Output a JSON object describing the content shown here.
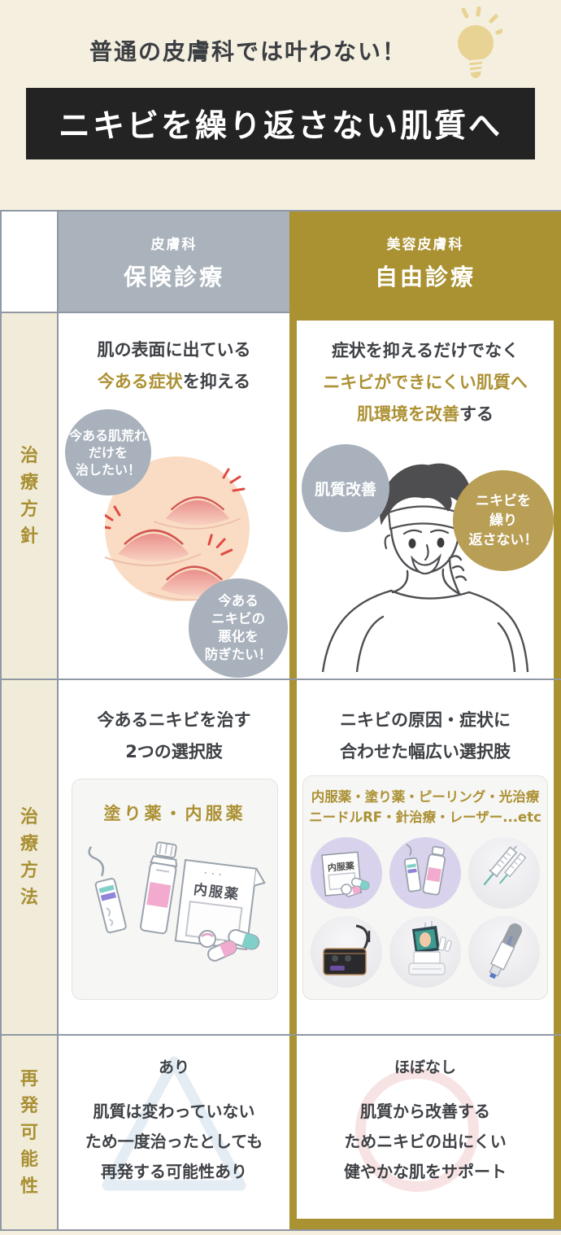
{
  "top": {
    "tagline": "普通の皮膚科では叶わない！",
    "banner_title": "ニキビを繰り返さない肌質へ"
  },
  "colors": {
    "accent_gold": "#aa9132",
    "gold_text": "#ac9134",
    "header_gray": "#aab3bc",
    "bubble_gray": "#a8b1bc",
    "bubble_gold": "#b89f55",
    "cream_background": "#f4efdf",
    "banner_background": "#232323",
    "table_line_gray": "#8f98a4",
    "dark_text": "#3e4145",
    "peach_skin": "#f9dcc3",
    "lavender_circle": "#d9d2ec",
    "triangle_mark": "#e4ecf4",
    "circle_mark": "#f8e3e4"
  },
  "columns": {
    "left": {
      "subtitle": "皮膚科",
      "title": "保険診療"
    },
    "right": {
      "subtitle": "美容皮膚科",
      "title": "自由診療"
    }
  },
  "rows": [
    {
      "label": "治療方針",
      "left": {
        "heading1": "肌の表面に出ている",
        "heading2_highlight": "今ある症状",
        "heading2_rest": "を抑える",
        "bubble1_lines": [
          "今ある肌荒れ",
          "だけを",
          "治したい！"
        ],
        "bubble2_lines": [
          "今ある",
          "ニキビの",
          "悪化を",
          "防ぎたい！"
        ]
      },
      "right": {
        "heading1": "症状を抑えるだけでなく",
        "heading2": "ニキビができにくい肌質へ",
        "heading3_highlight": "肌環境を改善",
        "heading3_rest": "する",
        "bubble1": "肌質改善",
        "bubble2_lines": [
          "ニキビを",
          "繰り",
          "返さない！"
        ]
      }
    },
    {
      "label": "治療方法",
      "left": {
        "heading1": "今あるニキビを治す",
        "heading2": "2つの選択肢",
        "box_title": "塗り薬・内服薬",
        "packet_label": "内服薬"
      },
      "right": {
        "heading1": "ニキビの原因・症状に",
        "heading2": "合わせた幅広い選択肢",
        "box_line1": "内服薬・塗り薬・ピーリング・光治療",
        "box_line2": "ニードルRF・針治療・レーザー...etc",
        "packet_label": "内服薬",
        "treatment_icons": [
          "oral-medicine",
          "topical-medicine",
          "syringe",
          "laser-machine",
          "facial-machine",
          "dermapen"
        ]
      }
    },
    {
      "label": "再発可能性",
      "left": {
        "verdict": "あり",
        "lines": [
          "肌質は変わっていない",
          "ため一度治ったとしても",
          "再発する可能性あり"
        ]
      },
      "right": {
        "verdict": "ほぼなし",
        "lines": [
          "肌質から改善する",
          "ためニキビの出にくい",
          "健やかな肌をサポート"
        ]
      }
    }
  ]
}
